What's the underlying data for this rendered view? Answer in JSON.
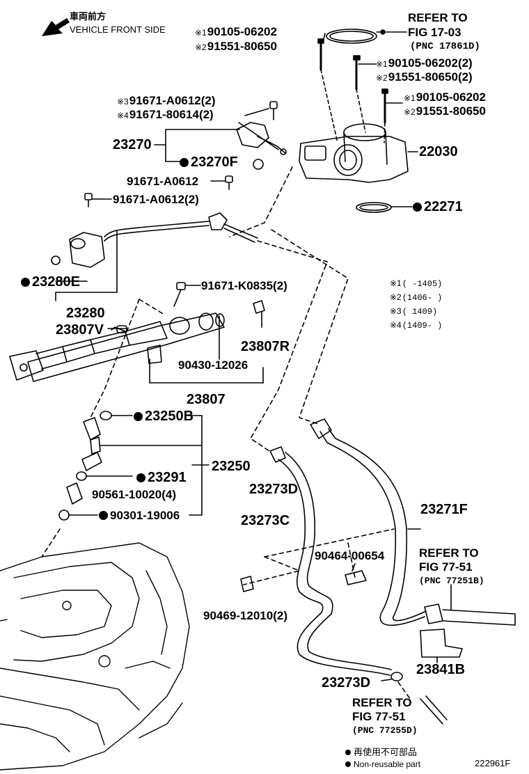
{
  "header": {
    "front_jp": "車両前方",
    "front_en": "VEHICLE FRONT SIDE"
  },
  "refer_top": {
    "line1": "REFER TO",
    "line2": "FIG 17-03",
    "line3": "(PNC 17861D)"
  },
  "bolts_top": {
    "m1": "※1",
    "p1": "90105-06202",
    "m2": "※2",
    "p2": "91551-80650"
  },
  "bolts_mid": {
    "m1": "※1",
    "p1": "90105-06202(2)",
    "m2": "※2",
    "p2": "91551-80650(2)"
  },
  "bolts_right": {
    "m1": "※1",
    "p1": "90105-06202",
    "m2": "※2",
    "p2": "91551-80650"
  },
  "screws_3_4": {
    "m3": "※3",
    "p3": "91671-A0612(2)",
    "m4": "※4",
    "p4": "91671-80614(2)"
  },
  "parts": {
    "p23270": "23270",
    "p23270F": "23270F",
    "p22030": "22030",
    "p91671a": "91671-A0612",
    "p91671b": "91671-A0612(2)",
    "p22271": "22271",
    "p23280E": "23280E",
    "p91671k": "91671-K0835(2)",
    "p23280": "23280",
    "p23807V": "23807V",
    "p23807R": "23807R",
    "p90430": "90430-12026",
    "p23807": "23807",
    "p23250B": "23250B",
    "p23250": "23250",
    "p23291": "23291",
    "p90561": "90561-10020(4)",
    "p90301": "90301-19006",
    "p23273D_top": "23273D",
    "p23273C": "23273C",
    "p23271F": "23271F",
    "p90464": "90464-00654",
    "p90469": "90469-12010(2)",
    "p23841B": "23841B",
    "p23273D_bot": "23273D"
  },
  "legend_ranges": [
    {
      "mark": "※1",
      "range": "(     -1405)"
    },
    {
      "mark": "※2",
      "range": "(1406-     )"
    },
    {
      "mark": "※3",
      "range": "(      1409)"
    },
    {
      "mark": "※4",
      "range": "(1409-     )"
    }
  ],
  "refer_77_51_b": {
    "line1": "REFER TO",
    "line2": "FIG 77-51",
    "line3": "(PNC 77251B)"
  },
  "refer_77_51_d": {
    "line1": "REFER TO",
    "line2": "FIG 77-51",
    "line3": "(PNC 77255D)"
  },
  "footer": {
    "nonreuse_jp": "再使用不可部品",
    "nonreuse_en": "Non-reusable part",
    "diagram_id": "222961F"
  }
}
